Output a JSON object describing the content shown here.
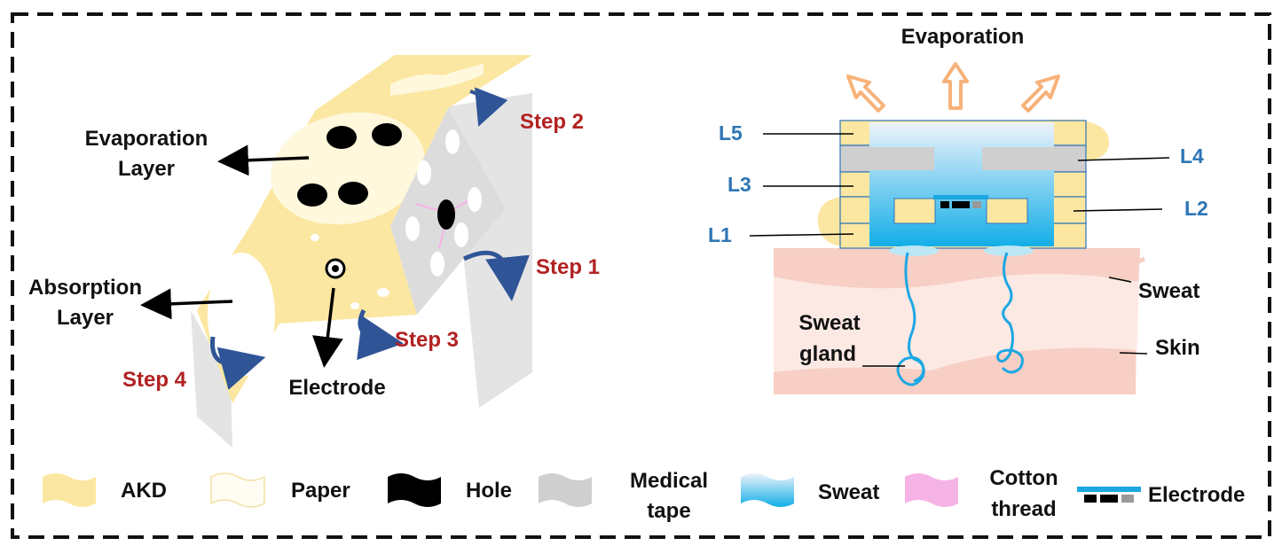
{
  "colors": {
    "akd": "#fbe7a1",
    "paper": "#fff8dc",
    "hole": "#000000",
    "medical_tape": "#cfcfcf",
    "sweat_top": "#eef3fb",
    "sweat_bottom": "#12aee8",
    "cotton_thread": "#f6b3e6",
    "electrode_blue": "#1ca7e3",
    "step_text": "#b22222",
    "layer_text": "#2e75b6",
    "skin": "#f7cfc4",
    "evap_arrow": "#f7b27a"
  },
  "left": {
    "evaporation_layer": [
      "Evaporation",
      "Layer"
    ],
    "absorption_layer": [
      "Absorption",
      "Layer"
    ],
    "electrode": "Electrode",
    "step1": "Step 1",
    "step2": "Step 2",
    "step3": "Step 3",
    "step4": "Step 4"
  },
  "right": {
    "evaporation": "Evaporation",
    "L1": "L1",
    "L2": "L2",
    "L3": "L3",
    "L4": "L4",
    "L5": "L5",
    "sweat": "Sweat",
    "skin": "Skin",
    "sweat_gland": [
      "Sweat",
      "gland"
    ]
  },
  "legend": {
    "akd": "AKD",
    "paper": "Paper",
    "hole": "Hole",
    "medical_tape": [
      "Medical",
      "tape"
    ],
    "sweat": "Sweat",
    "cotton_thread": [
      "Cotton",
      "thread"
    ],
    "electrode": "Electrode"
  }
}
